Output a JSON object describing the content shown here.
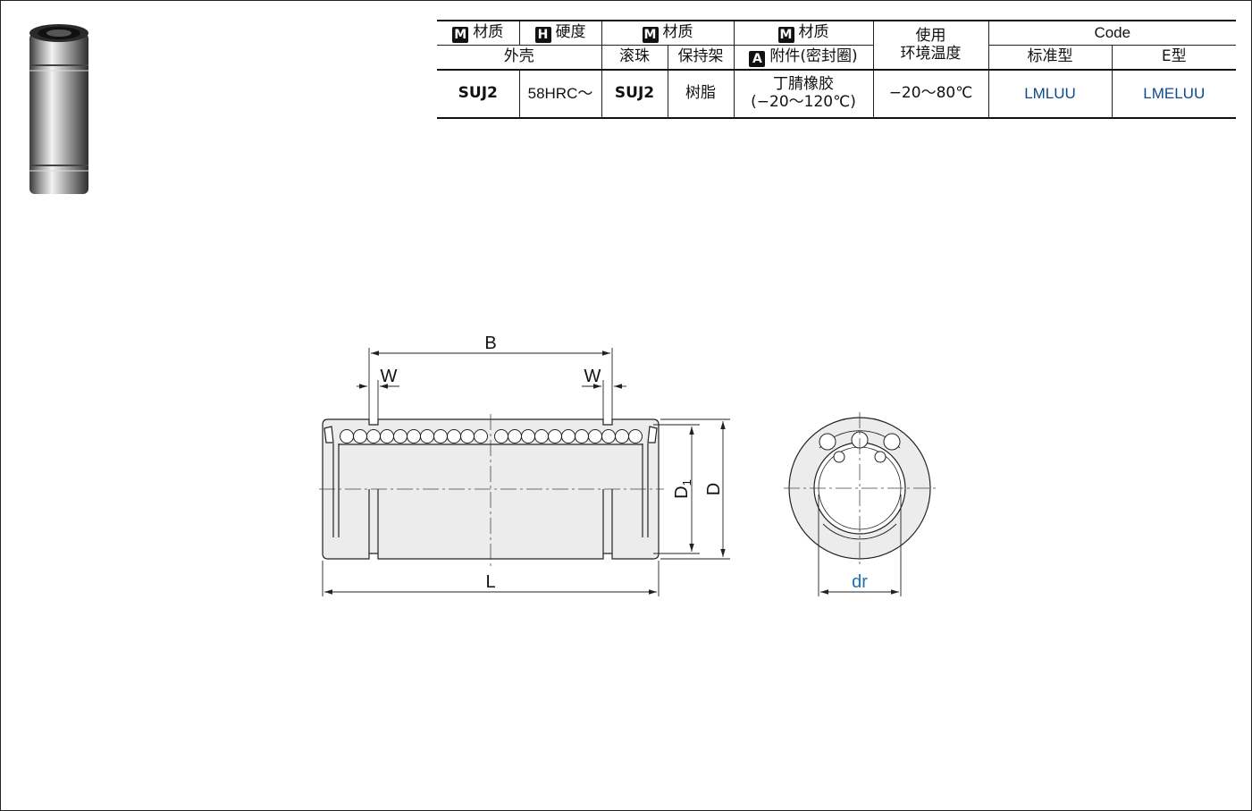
{
  "header": {
    "material_outer": "材质",
    "hardness": "硬度",
    "material_ball": "材质",
    "material_accessory": "材质",
    "operating": "使用",
    "environment_temp": "环境温度",
    "code": "Code",
    "outer_shell": "外壳",
    "ball": "滚珠",
    "retainer": "保持架",
    "accessory_seal": "附件(密封圈)",
    "standard_type": "标准型",
    "e_type": "E型",
    "badge_m": "M",
    "badge_h": "H",
    "badge_a": "A"
  },
  "row": {
    "outer_material": "SUJ2",
    "outer_hardness": "58HRC～",
    "ball_material": "SUJ2",
    "retainer_material": "树脂",
    "seal_material": "丁腈橡胶",
    "seal_temp": "(−20～120℃)",
    "operating_temp": "−20～80℃",
    "code_standard": "LMLUU",
    "code_e": "LMELUU"
  },
  "drawing": {
    "label_b": "B",
    "label_w_left": "W",
    "label_w_right": "W",
    "label_d1": "D",
    "label_d1_sub": "1",
    "label_d": "D",
    "label_l": "L",
    "label_dr": "dr"
  },
  "colors": {
    "code_blue": "#0d4a8a",
    "dr_blue": "#1a6fb8",
    "bearing_fill": "#ececec"
  }
}
